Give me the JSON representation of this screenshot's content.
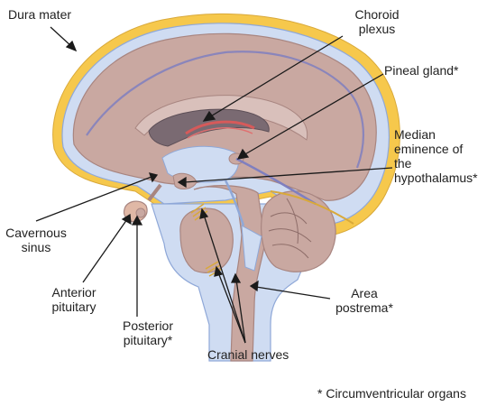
{
  "labels": {
    "dura_mater": "Dura mater",
    "choroid_plexus": [
      "Choroid",
      "plexus"
    ],
    "pineal_gland": "Pineal gland*",
    "median_eminence": [
      "Median",
      "eminence of",
      "the",
      "hypothalamus*"
    ],
    "cavernous_sinus": [
      "Cavernous",
      "sinus"
    ],
    "anterior_pituitary": [
      "Anterior",
      "pituitary"
    ],
    "posterior_pituitary": [
      "Posterior",
      "pituitary*"
    ],
    "area_postrema": [
      "Area",
      "postrema*"
    ],
    "cranial_nerves": "Cranial nerves",
    "footnote": "* Circumventricular organs"
  },
  "colors": {
    "text": "#222222",
    "leader": "#1a1a1a",
    "dura": "#f6c84c",
    "csf": "#cfdcf2",
    "csf_edge": "#8fa8d8",
    "brain": "#c9a8a1",
    "brain_edge": "#a88580",
    "ventricle": "#7a6a72",
    "vessel": "#7f7fbf",
    "choroid": "#d65a5a"
  }
}
